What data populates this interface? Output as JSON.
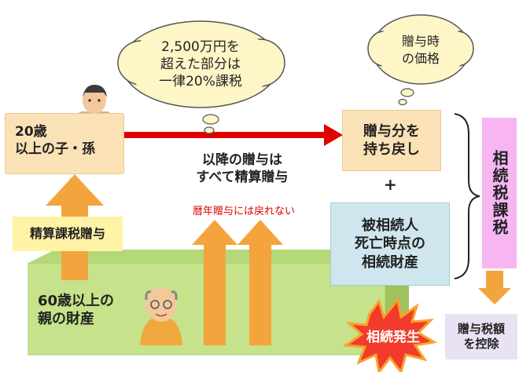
{
  "cloud_left": {
    "line1": "2,500万円を",
    "line2": "超えた部分は",
    "line3": "一律20%課税"
  },
  "cloud_right": {
    "line1": "贈与時",
    "line2": "の価格"
  },
  "child_box": {
    "line1": "20歳",
    "line2": "以上の子・孫"
  },
  "parent": {
    "line1": "60歳以上の",
    "line2": "親の財産"
  },
  "transfer_label": "精算課税贈与",
  "subsequent": {
    "line1": "以降の贈与は",
    "line2": "すべて精算贈与"
  },
  "warning": "暦年贈与には戻れない",
  "return_box": {
    "line1": "贈与分を",
    "line2": "持ち戻し"
  },
  "plus": "+",
  "estate_box": {
    "line1": "被相続人",
    "line2": "死亡時点の",
    "line3": "相続財産"
  },
  "tax_box": "相続税課税",
  "deduct_box": {
    "line1": "贈与税額",
    "line2": "を控除"
  },
  "inheritance_burst": "相続発生",
  "colors": {
    "orange_arrow": "#f4a43c",
    "red_arrow": "#e00000",
    "green_base": "#c6e28a",
    "peach_box": "#fbe2b6",
    "yellow_label": "#fff3a6",
    "blue_box": "#cfe6ee",
    "pink_box": "#f7b6f2",
    "lavender_box": "#e9e2f5"
  },
  "icons": [
    "man-avatar-icon",
    "grandpa-avatar-icon",
    "thought-cloud-icon",
    "explosion-icon",
    "bracket-icon"
  ]
}
